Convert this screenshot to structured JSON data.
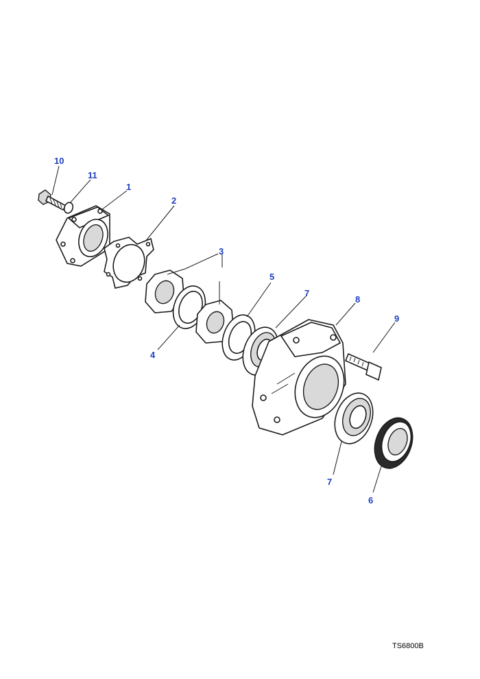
{
  "diagram": {
    "reference": "TS6800B",
    "callouts": {
      "c10": "10",
      "c11": "11",
      "c1": "1",
      "c2": "2",
      "c3": "3",
      "c4": "4",
      "c5": "5",
      "c7a": "7",
      "c8": "8",
      "c9": "9",
      "c7b": "7",
      "c6": "6"
    },
    "colors": {
      "callout": "#1f3fbf",
      "line": "#1a1a1a"
    }
  }
}
